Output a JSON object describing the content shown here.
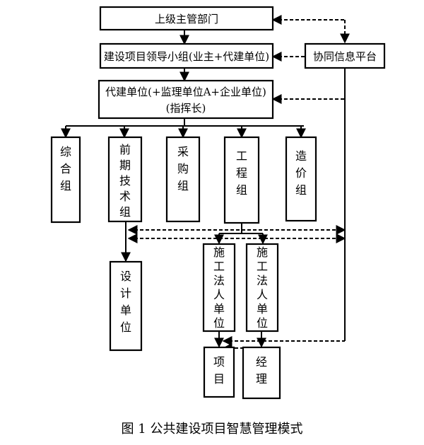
{
  "nodes": {
    "top": "上级主管部门",
    "leader": "建设项目领导小组(业主+代建单位)",
    "platform": "协同信息平台",
    "agent_line1": "代建单位(+监理单位A+企业单位)",
    "agent_line2": "(指挥长)",
    "general": "综合组",
    "pretech": "前期技术组",
    "procure": "采购组",
    "engineering": "工程组",
    "cost": "造价组",
    "design": "设计单位",
    "builder1": "施工法人单位",
    "builder2": "施工法人单位",
    "project": "项目",
    "manager": "经理"
  },
  "caption": "图 1 公共建设项目智慧管理模式"
}
